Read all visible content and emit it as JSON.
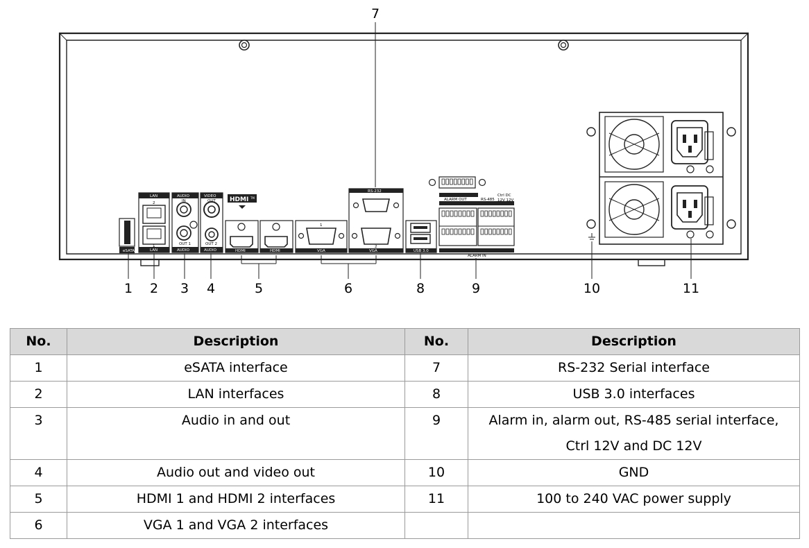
{
  "callouts": [
    "1",
    "2",
    "3",
    "4",
    "5",
    "6",
    "7",
    "8",
    "9",
    "10",
    "11"
  ],
  "panel_labels": {
    "esata": "eSATA",
    "lan_top": "LAN",
    "lan_bottom": "LAN",
    "lan_num_top": "2",
    "lan_num_bottom": "1",
    "audio_top": "AUDIO",
    "audio_in": "IN",
    "audio_bottom": "AUDIO",
    "audio_out": "OUT 1",
    "video_top": "VIDEO",
    "video_out": "OUT",
    "audio2_bottom": "AUDIO",
    "audio2_out": "OUT 2",
    "hdmi_logo": "HDMI",
    "hdmi_tm": "TM",
    "hdmi_port": "HDMI",
    "vga": "VGA",
    "vga_num1": "1",
    "vga_num2": "2",
    "rs232": "RS-232",
    "usb": "USB 3.0",
    "alarm_out": "ALARM OUT",
    "alarm_in": "ALARM IN",
    "rs485": "RS-485",
    "ctrl": "Ctrl DC",
    "ctrl_v": "12V 12V"
  },
  "table": {
    "headers": [
      "No.",
      "Description",
      "No.",
      "Description"
    ],
    "rows": [
      [
        "1",
        "eSATA interface",
        "7",
        "RS-232 Serial interface"
      ],
      [
        "2",
        "LAN interfaces",
        "8",
        "USB 3.0 interfaces"
      ],
      [
        "3",
        "Audio in and out",
        "9",
        "Alarm in, alarm out, RS-485 serial interface,"
      ],
      [
        "",
        "",
        "",
        "Ctrl 12V and DC 12V"
      ],
      [
        "4",
        "Audio out and video out",
        "10",
        "GND"
      ],
      [
        "5",
        "HDMI 1 and HDMI 2 interfaces",
        "11",
        "100 to 240 VAC power supply"
      ],
      [
        "6",
        "VGA 1 and VGA 2 interfaces",
        "",
        ""
      ]
    ]
  }
}
